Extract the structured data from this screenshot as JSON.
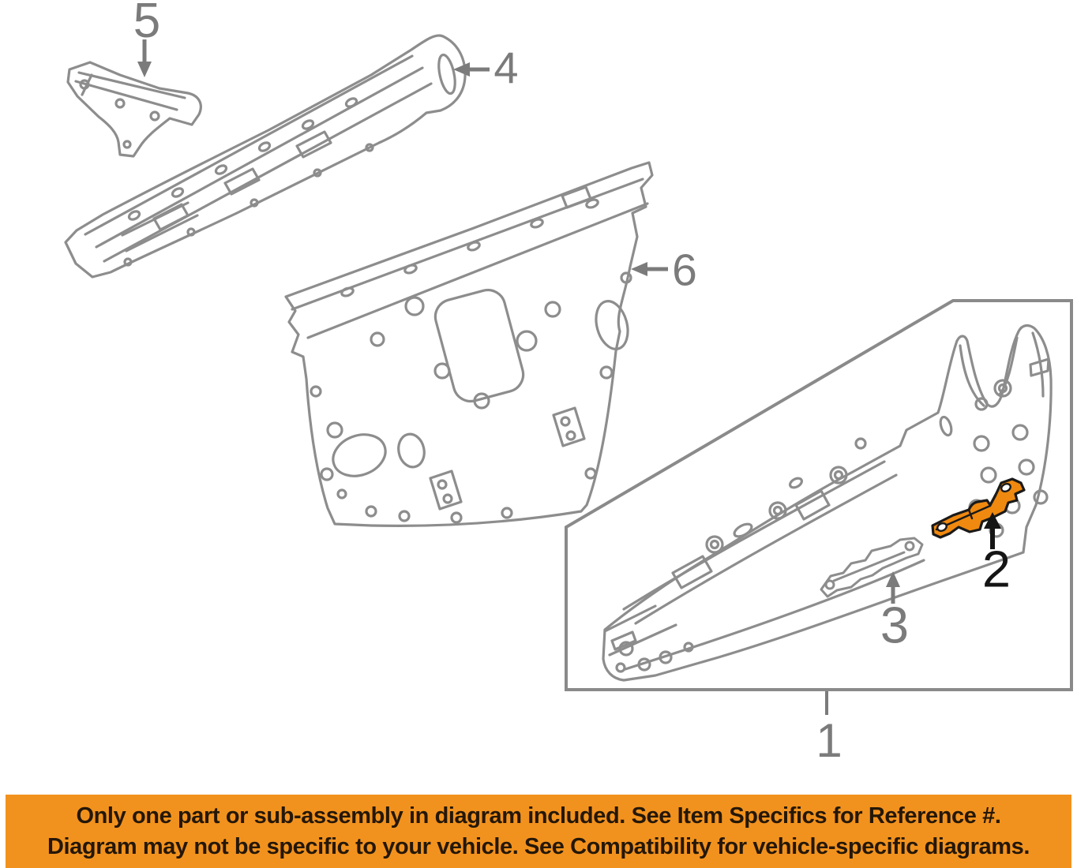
{
  "diagram": {
    "type": "auto-parts-exploded-diagram",
    "subject": "rear body panel assembly parts",
    "line_color": "#8d8d8d",
    "box_border_color": "#8a8a8a",
    "label_color_default": "#7b7b7b",
    "label_color_highlight": "#151515",
    "highlight_fill": "#F0890F",
    "highlight_outline": "#1a1a1a",
    "callouts": [
      {
        "number": "1",
        "highlighted": false,
        "points_to": "reference box / rear panel assembly"
      },
      {
        "number": "2",
        "highlighted": true,
        "points_to": "orange highlighted reinforcement bracket"
      },
      {
        "number": "3",
        "highlighted": false,
        "points_to": "lower reinforcement bracket"
      },
      {
        "number": "4",
        "highlighted": false,
        "points_to": "upper rear panel rail"
      },
      {
        "number": "5",
        "highlighted": false,
        "points_to": "small corner bracket"
      },
      {
        "number": "6",
        "highlighted": false,
        "points_to": "rear bulkhead panel"
      }
    ]
  },
  "banner": {
    "background": "#F2921E",
    "text_color": "#241708",
    "line1": "Only one part or sub-assembly in diagram included. See Item Specifics for Reference #.",
    "line2": "Diagram may not be specific to your vehicle. See Compatibility for vehicle-specific diagrams."
  }
}
